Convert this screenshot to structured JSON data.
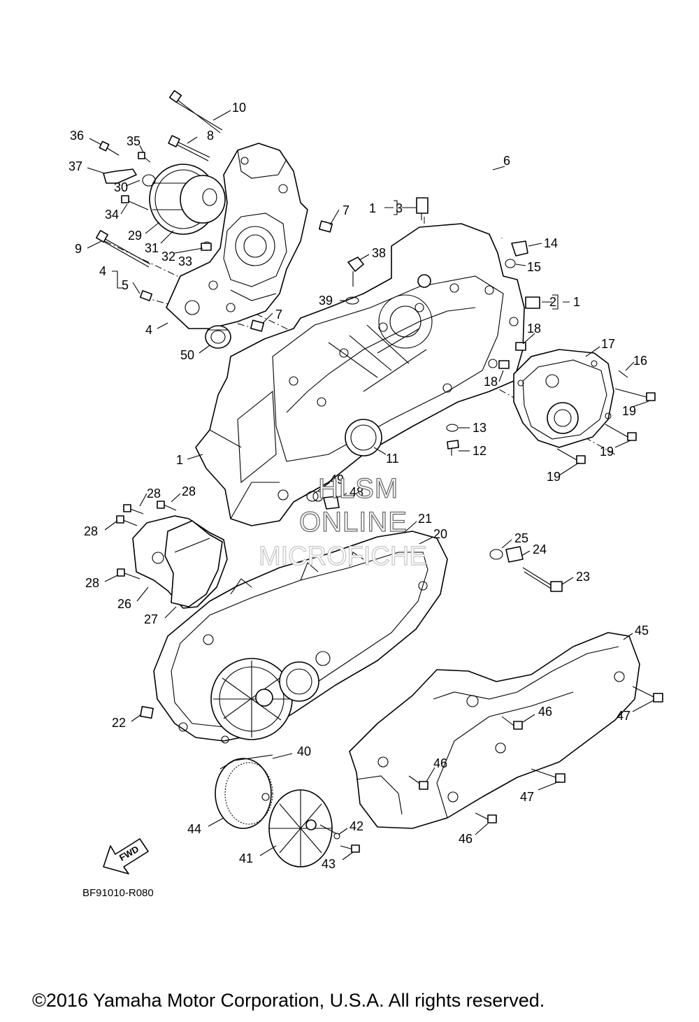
{
  "diagram": {
    "reference_code": "BF91010-R080",
    "fwd_label": "FWD",
    "watermark": [
      "HLSM",
      "ONLINE",
      "MICROFICHE"
    ],
    "copyright": "©2016 Yamaha Motor Corporation, U.S.A. All rights reserved.",
    "callouts": [
      {
        "id": "c10",
        "text": "10"
      },
      {
        "id": "c8",
        "text": "8"
      },
      {
        "id": "c36",
        "text": "36"
      },
      {
        "id": "c35",
        "text": "35"
      },
      {
        "id": "c37",
        "text": "37"
      },
      {
        "id": "c30",
        "text": "30"
      },
      {
        "id": "c34",
        "text": "34"
      },
      {
        "id": "c29",
        "text": "29"
      },
      {
        "id": "c31",
        "text": "31"
      },
      {
        "id": "c32",
        "text": "32"
      },
      {
        "id": "c33",
        "text": "33"
      },
      {
        "id": "c9",
        "text": "9"
      },
      {
        "id": "c4a",
        "text": "4"
      },
      {
        "id": "c5",
        "text": "5"
      },
      {
        "id": "c4b",
        "text": "4"
      },
      {
        "id": "c50",
        "text": "50"
      },
      {
        "id": "c7a",
        "text": "7"
      },
      {
        "id": "c7b",
        "text": "7"
      },
      {
        "id": "c6",
        "text": "6"
      },
      {
        "id": "c1a",
        "text": "1"
      },
      {
        "id": "c3",
        "text": "3"
      },
      {
        "id": "c38",
        "text": "38"
      },
      {
        "id": "c39",
        "text": "39"
      },
      {
        "id": "c14",
        "text": "14"
      },
      {
        "id": "c15",
        "text": "15"
      },
      {
        "id": "c2",
        "text": "2"
      },
      {
        "id": "c1b",
        "text": "1"
      },
      {
        "id": "c18a",
        "text": "18"
      },
      {
        "id": "c17",
        "text": "17"
      },
      {
        "id": "c16",
        "text": "16"
      },
      {
        "id": "c18b",
        "text": "18"
      },
      {
        "id": "c19a",
        "text": "19"
      },
      {
        "id": "c19b",
        "text": "19"
      },
      {
        "id": "c19c",
        "text": "19"
      },
      {
        "id": "c13",
        "text": "13"
      },
      {
        "id": "c12",
        "text": "12"
      },
      {
        "id": "c11",
        "text": "11"
      },
      {
        "id": "c1c",
        "text": "1"
      },
      {
        "id": "c49",
        "text": "49"
      },
      {
        "id": "c48",
        "text": "48"
      },
      {
        "id": "c28a",
        "text": "28"
      },
      {
        "id": "c28b",
        "text": "28"
      },
      {
        "id": "c28c",
        "text": "28"
      },
      {
        "id": "c28d",
        "text": "28"
      },
      {
        "id": "c26",
        "text": "26"
      },
      {
        "id": "c27",
        "text": "27"
      },
      {
        "id": "c21",
        "text": "21"
      },
      {
        "id": "c20",
        "text": "20"
      },
      {
        "id": "c25",
        "text": "25"
      },
      {
        "id": "c24",
        "text": "24"
      },
      {
        "id": "c23",
        "text": "23"
      },
      {
        "id": "c22",
        "text": "22"
      },
      {
        "id": "c45",
        "text": "45"
      },
      {
        "id": "c46a",
        "text": "46"
      },
      {
        "id": "c47a",
        "text": "47"
      },
      {
        "id": "c46b",
        "text": "46"
      },
      {
        "id": "c47b",
        "text": "47"
      },
      {
        "id": "c46c",
        "text": "46"
      },
      {
        "id": "c40",
        "text": "40"
      },
      {
        "id": "c44",
        "text": "44"
      },
      {
        "id": "c42",
        "text": "42"
      },
      {
        "id": "c41",
        "text": "41"
      },
      {
        "id": "c43",
        "text": "43"
      }
    ]
  }
}
